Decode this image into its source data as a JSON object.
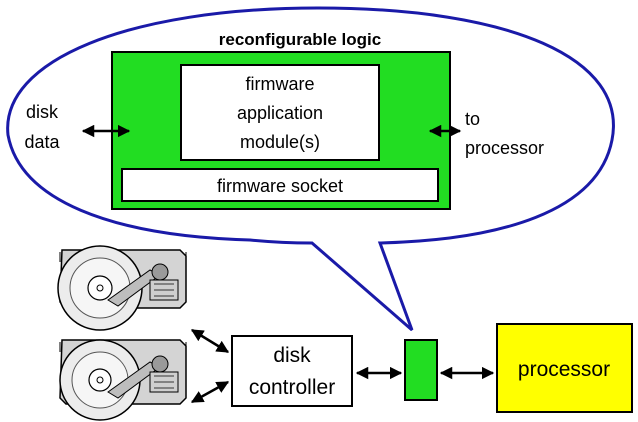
{
  "callout": {
    "title": "reconfigurable logic",
    "module_lines": [
      "firmware",
      "application",
      "module(s)"
    ],
    "socket_label": "firmware socket",
    "left_lines": [
      "disk",
      "data"
    ],
    "right_lines": [
      "to",
      "processor"
    ]
  },
  "controller_lines": [
    "disk",
    "controller"
  ],
  "processor_label": "processor",
  "colors": {
    "fpga_green": "#22dd22",
    "processor_yellow": "#ffff00",
    "bubble_stroke": "#1a1aa8"
  }
}
